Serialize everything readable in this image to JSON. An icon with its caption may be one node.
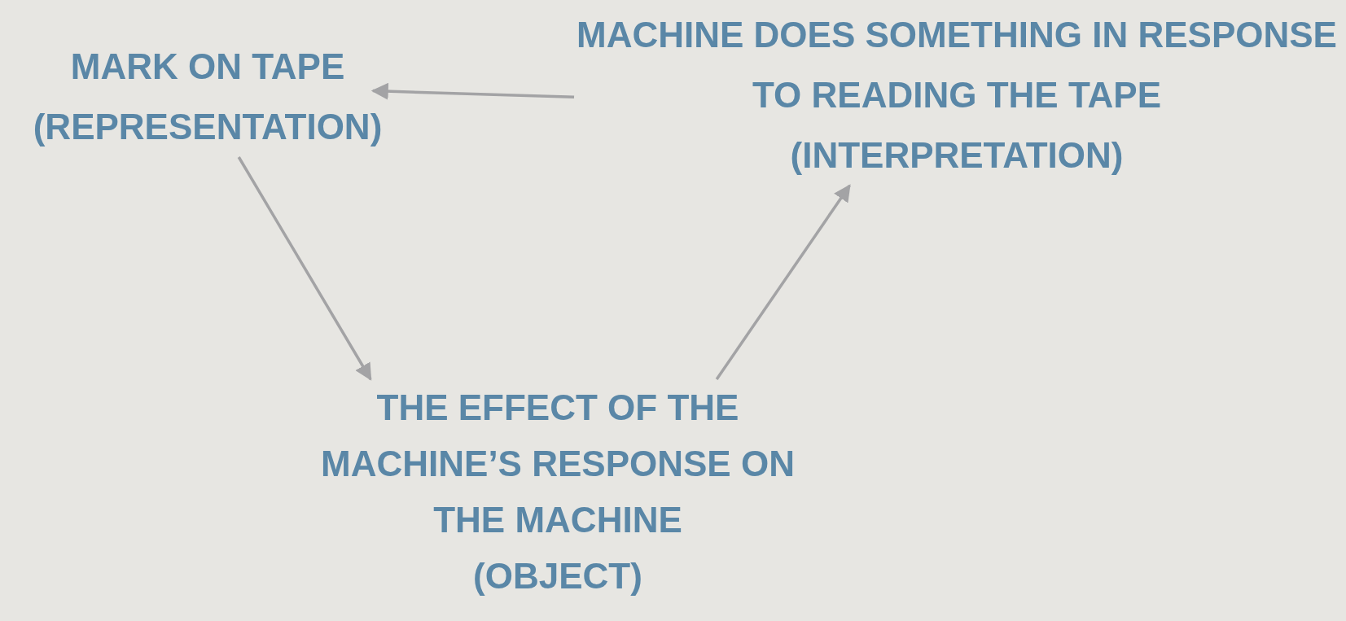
{
  "diagram": {
    "nodes": [
      {
        "text": [
          "MARK ON TAPE",
          "(REPRESENTATION)"
        ]
      },
      {
        "text": [
          "MACHINE DOES SOMETHING IN RESPONSE TO READING THE TAPE",
          "(INTERPRETATION)"
        ]
      },
      {
        "text": [
          "THE EFFECT OF THE MACHINE’S RESPONSE ON THE MACHINE",
          "(OBJECT)"
        ]
      }
    ],
    "edges": [
      {
        "from": 1,
        "to": 0,
        "arrow": "to"
      },
      {
        "from": 0,
        "to": 2,
        "arrow": "to"
      },
      {
        "from": 2,
        "to": 1,
        "arrow": "to"
      }
    ]
  }
}
